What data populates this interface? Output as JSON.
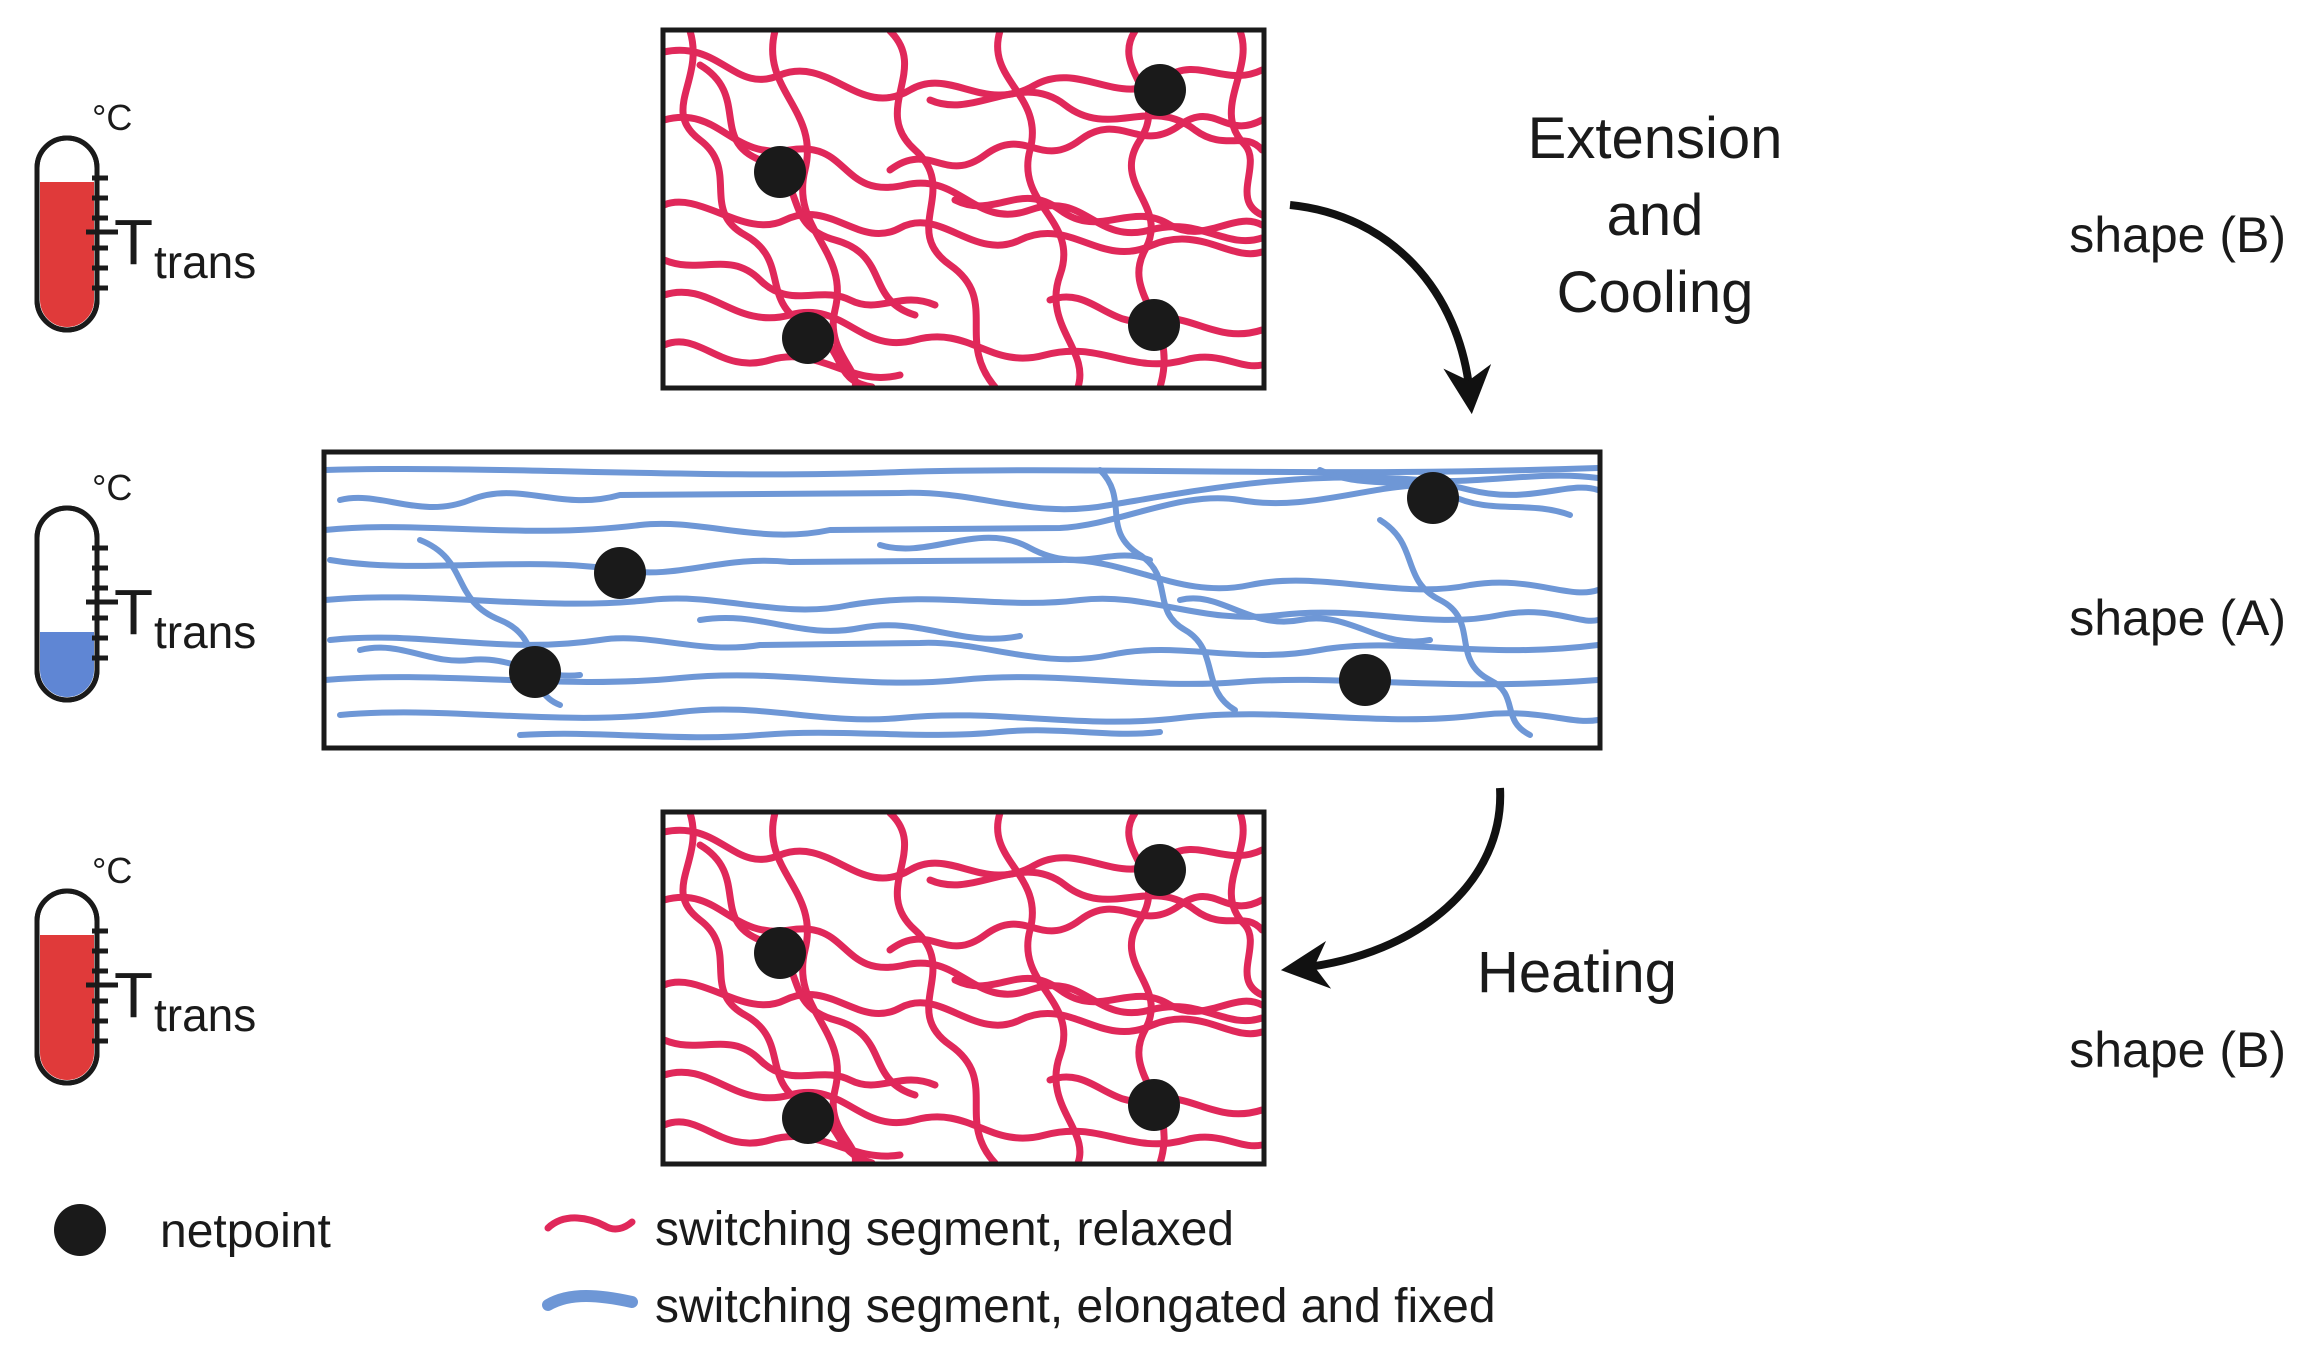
{
  "colors": {
    "relaxed": "#e0285a",
    "elongated": "#6e97d6",
    "netpoint": "#1a1a1a",
    "frame": "#1a1a1a",
    "thermo_hot": "#e03a3a",
    "thermo_cold": "#5f86d4"
  },
  "thermometers": [
    {
      "unit": "°C",
      "t": "T",
      "sub": "trans",
      "state": "hot"
    },
    {
      "unit": "°C",
      "t": "T",
      "sub": "trans",
      "state": "cold"
    },
    {
      "unit": "°C",
      "t": "T",
      "sub": "trans",
      "state": "hot"
    }
  ],
  "shapes": [
    "shape (B)",
    "shape (A)",
    "shape (B)"
  ],
  "steps": {
    "extension": [
      "Extension",
      "and",
      "Cooling"
    ],
    "heating": "Heating"
  },
  "legend": {
    "netpoint": "netpoint",
    "relaxed": "switching segment, relaxed",
    "elongated": "switching segment, elongated and fixed"
  }
}
